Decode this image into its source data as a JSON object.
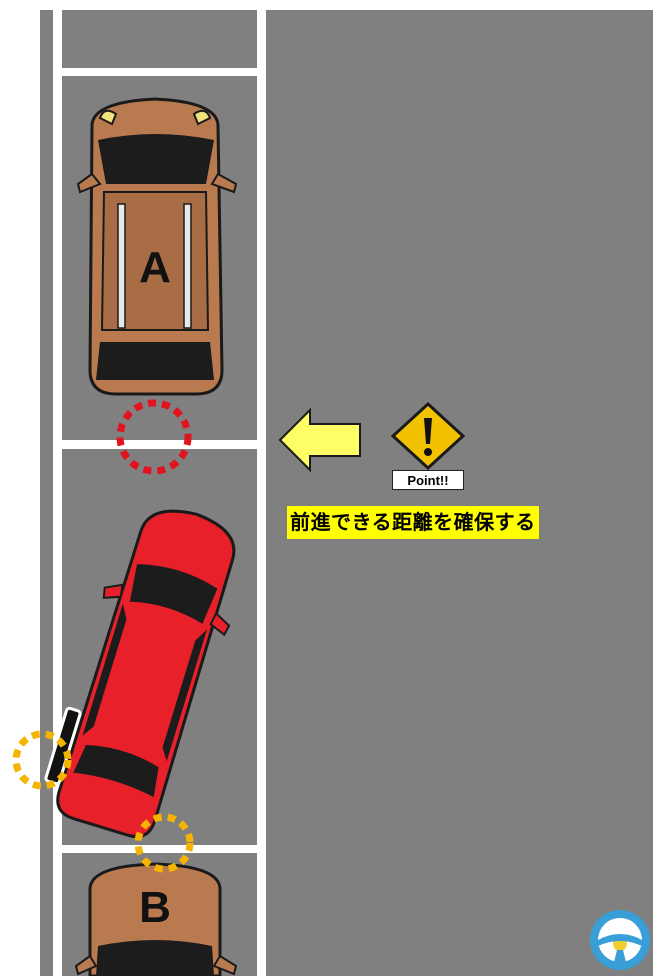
{
  "cars": {
    "a_label": "A",
    "b_label": "B",
    "parked_body_color": "#b97a4f",
    "moving_body_color": "#e8202a"
  },
  "warning": {
    "icon": "exclamation-diamond-icon",
    "badge_label": "Point!!",
    "sign_color": "#f2c200"
  },
  "tip": {
    "text": "前進できる距離を確保する",
    "highlight_color": "#ffff00"
  },
  "arrow": {
    "icon": "left-arrow-icon",
    "color": "#ffff66"
  },
  "markers": {
    "front_gap_color": "#e0141e",
    "contact_point_color": "#f5b400"
  },
  "logo": {
    "icon": "steering-wheel-logo"
  }
}
